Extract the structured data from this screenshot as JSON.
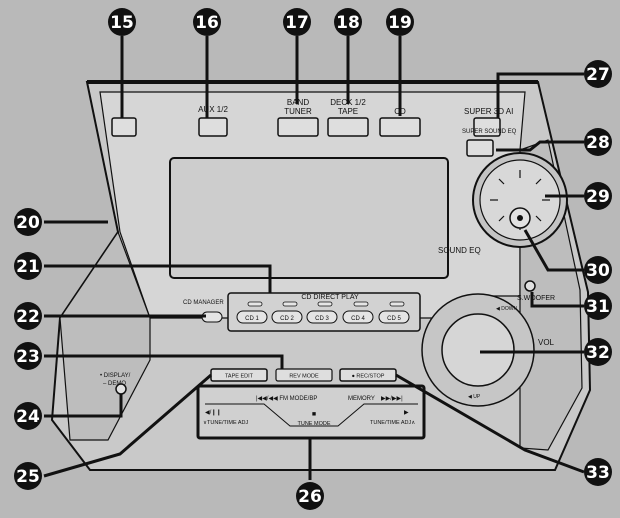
{
  "colors": {
    "background": "#b9b9b9",
    "panel": "#cfcfcf",
    "panel_dark": "#a9a9a9",
    "line": "#111111",
    "callout_fill": "#111111",
    "callout_text": "#ffffff"
  },
  "callouts": {
    "c15": "15",
    "c16": "16",
    "c17": "17",
    "c18": "18",
    "c19": "19",
    "c20": "20",
    "c21": "21",
    "c22": "22",
    "c23": "23",
    "c24": "24",
    "c25": "25",
    "c26": "26",
    "c27": "27",
    "c28": "28",
    "c29": "29",
    "c30": "30",
    "c31": "31",
    "c32": "32",
    "c33": "33"
  },
  "labels": {
    "aux": "AUX 1/2",
    "band_line1": "BAND",
    "band_line2": "TUNER",
    "deck_line1": "DECK 1/2",
    "deck_line2": "TAPE",
    "cd": "CD",
    "super3d": "SUPER 3D AI",
    "super_sound_eq": "SUPER SOUND EQ",
    "sound_eq": "SOUND EQ",
    "swoofer": "S.WOOFER",
    "cd_direct_play": "CD DIRECT PLAY",
    "cd_manager": "CD MANAGER",
    "cd1": "CD 1",
    "cd2": "CD 2",
    "cd3": "CD 3",
    "cd4": "CD 4",
    "cd5": "CD 5",
    "tape_edit": "TAPE EDIT",
    "rev_mode": "REV MODE",
    "rec_stop": "● REC/STOP",
    "display_line1": "• DISPLAY/",
    "display_line2": "– DEMO",
    "fm_mode": "|◀◀/◀◀ FM MODE/BP",
    "memory": "MEMORY",
    "ffwd": "▶▶/▶▶|",
    "play_pause": "◀/❙❙",
    "tune_down": "∨TUNE/TIME ADJ",
    "stop": "■",
    "tune_mode": "TUNE MODE",
    "play": "▶",
    "tune_up": "TUNE/TIME ADJ∧",
    "vol": "VOL",
    "down": "◀ DOWN",
    "up": "◀ UP"
  }
}
